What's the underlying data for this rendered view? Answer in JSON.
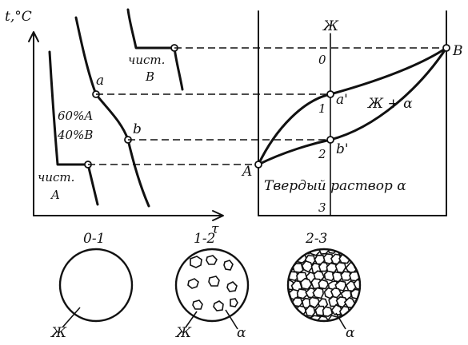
{
  "cooling_curves": {
    "y_axis_label": "t,°C",
    "x_axis_label": "τ",
    "pure_b_label": [
      "чист.",
      "B"
    ],
    "alloy_label": [
      "60%A",
      "40%B"
    ],
    "pure_a_label": [
      "чист.",
      "A"
    ],
    "point_a": "a",
    "point_b": "b"
  },
  "phase_diagram": {
    "liquid_marker": "Ж",
    "point_A": "A",
    "point_B": "B",
    "point_a_prime": "a'",
    "point_b_prime": "b'",
    "two_phase_region": "Ж + α",
    "solid_region": "Твердый раствор α",
    "levels": [
      "0",
      "1",
      "2",
      "3"
    ]
  },
  "microstructures": [
    {
      "range": "0-1",
      "labels": [
        "Ж"
      ]
    },
    {
      "range": "1-2",
      "labels": [
        "Ж",
        "α"
      ]
    },
    {
      "range": "2-3",
      "labels": [
        "α"
      ]
    }
  ]
}
